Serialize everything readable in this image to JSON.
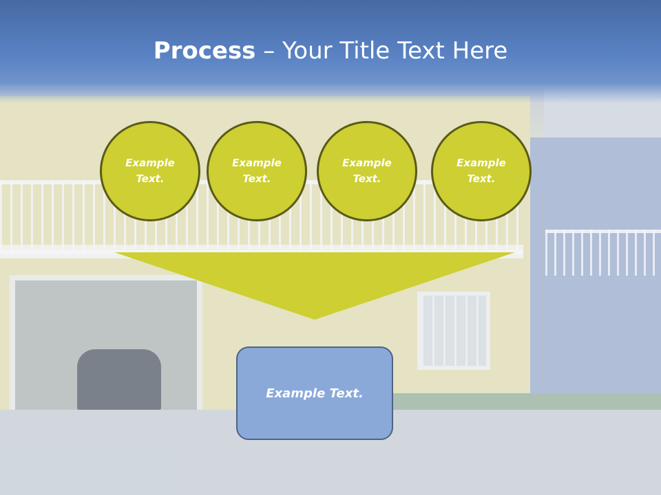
{
  "slide": {
    "title_bold": "Process",
    "title_rest": " – Your Title Text Here"
  },
  "process": {
    "steps": [
      {
        "label": "Example\nText."
      },
      {
        "label": "Example\nText."
      },
      {
        "label": "Example\nText."
      },
      {
        "label": "Example\nText."
      }
    ],
    "result": {
      "label": "Example Text."
    }
  },
  "colors": {
    "circle_fill": "#cdcf32",
    "circle_border": "#5a5a18",
    "funnel_fill": "#cdcf32",
    "result_fill": "#8aa9d9",
    "result_border": "#4d6383",
    "title_bar": "#5a83c4"
  }
}
